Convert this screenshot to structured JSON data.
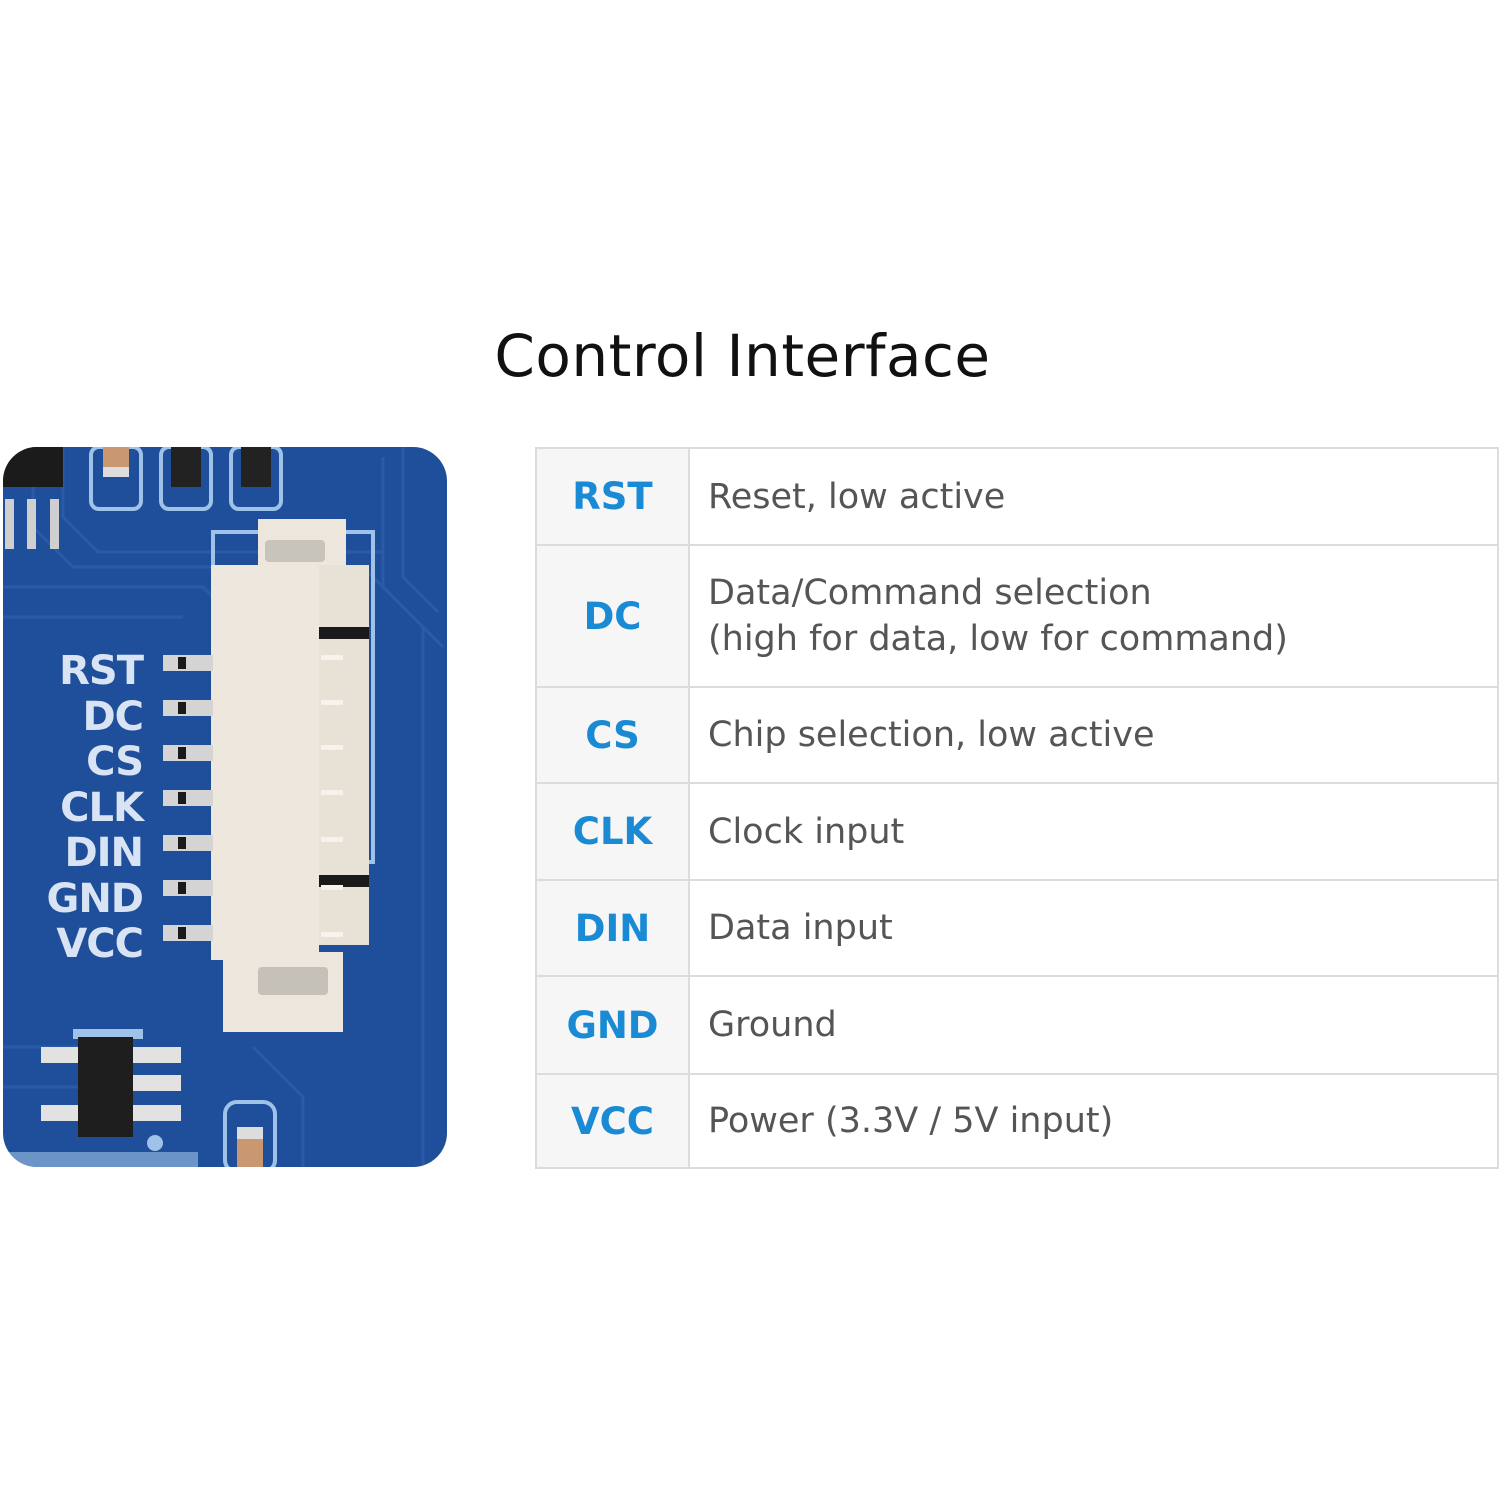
{
  "title": "Control Interface",
  "board": {
    "silkscreen_labels": [
      "RST",
      "DC",
      "CS",
      "CLK",
      "DIN",
      "GND",
      "VCC"
    ],
    "pcb_color": "#1f4f9a",
    "connector_color": "#ece6dc"
  },
  "table": {
    "pin_color": "#1a8ad4",
    "rows": [
      {
        "pin": "RST",
        "description": [
          "Reset, low active"
        ]
      },
      {
        "pin": "DC",
        "description": [
          "Data/Command selection",
          "(high for data, low for command)"
        ]
      },
      {
        "pin": "CS",
        "description": [
          "Chip selection, low active"
        ]
      },
      {
        "pin": "CLK",
        "description": [
          "Clock input"
        ]
      },
      {
        "pin": "DIN",
        "description": [
          "Data input"
        ]
      },
      {
        "pin": "GND",
        "description": [
          "Ground"
        ]
      },
      {
        "pin": "VCC",
        "description": [
          "Power (3.3V / 5V input)"
        ]
      }
    ]
  }
}
